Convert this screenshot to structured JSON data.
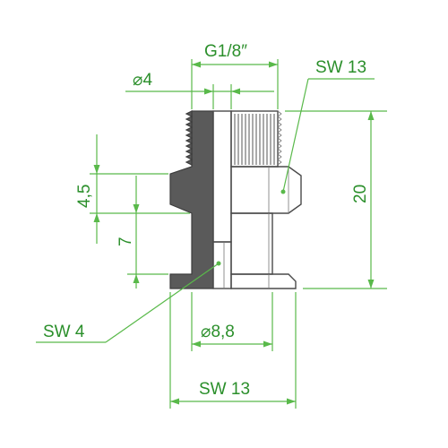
{
  "labels": {
    "thread_size": "G1/8″",
    "bore_diameter": "⌀4",
    "hex_top": "SW 13",
    "height_total": "20",
    "height_a": "4,5",
    "height_b": "7",
    "inner_hex": "SW 4",
    "flange_diameter": "⌀8,8",
    "hex_bottom": "SW 13"
  },
  "colors": {
    "dimension": "#59b94a",
    "dimension_text": "#2b8f2b",
    "section_fill": "#5a5a5a",
    "outline": "#4a4a4a"
  }
}
